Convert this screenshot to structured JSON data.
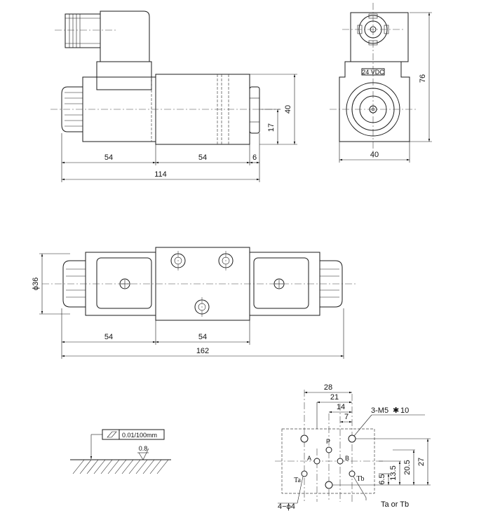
{
  "front_view": {
    "dim_54_left": "54",
    "dim_54_right": "54",
    "dim_6": "6",
    "dim_114": "114",
    "dim_40": "40",
    "dim_17": "17"
  },
  "side_view": {
    "label_voltage": "24 VDC",
    "dim_76": "76",
    "dim_40": "40"
  },
  "top_view": {
    "dim_dia36": "ϕ36",
    "dim_54_left": "54",
    "dim_54_right": "54",
    "dim_162": "162"
  },
  "surface_spec": {
    "flatness": "0.01/100mm",
    "roughness": "0.8"
  },
  "port_pattern": {
    "dim_28": "28",
    "dim_21": "21",
    "dim_14": "14",
    "dim_7": "7",
    "thread_callout": "3-M5",
    "thread_depth": "10",
    "depth_symbol": "✱",
    "port_p": "P",
    "port_a": "A",
    "port_b": "B",
    "port_ta": "Ta",
    "port_tb": "Tb",
    "dim_27": "27",
    "dim_20_5": "20.5",
    "dim_13_5": "13.5",
    "dim_6_5": "6.5",
    "holes_callout": "4−ϕ4",
    "tank_note": "Ta or Tb"
  }
}
